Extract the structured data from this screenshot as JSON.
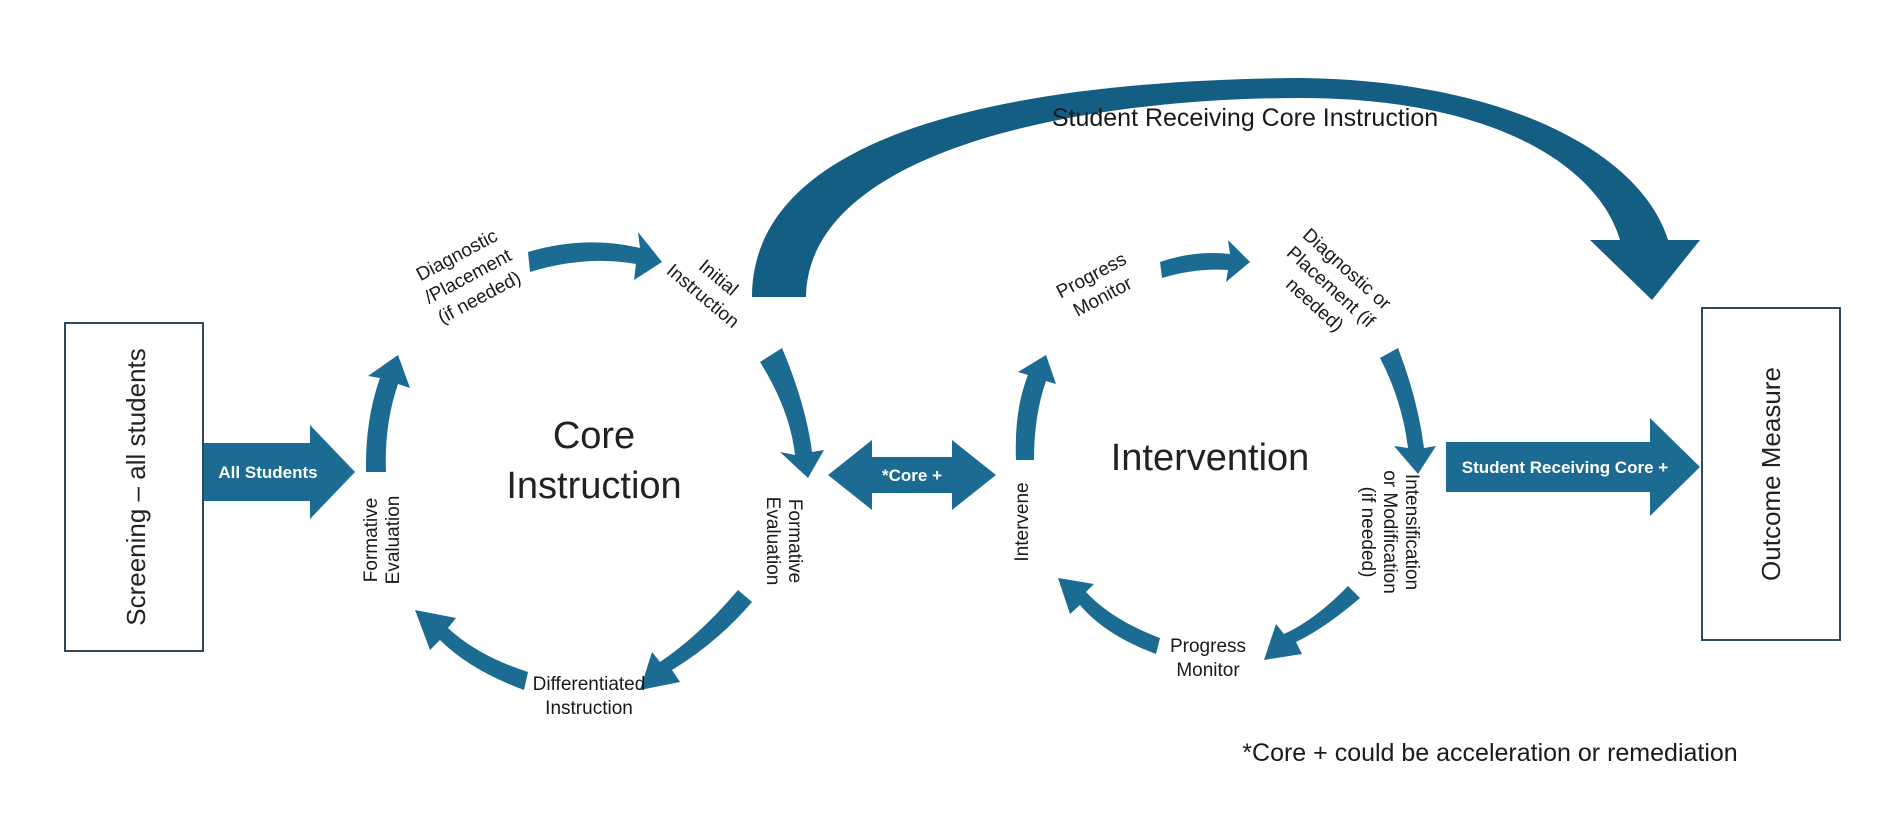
{
  "diagram": {
    "colors": {
      "arrow": "#1b6b92",
      "arrow_dark": "#0f4f70",
      "border": "#2f4a5f",
      "text": "#1a1a1a"
    },
    "screening_box": {
      "label": "Screening – all students"
    },
    "outcome_box": {
      "label": "Outcome Measure"
    },
    "all_students_arrow": {
      "label": "All Students"
    },
    "core_plus_arrow": {
      "label": "*Core +"
    },
    "receiving_core_plus_arrow": {
      "label": "Student Receiving Core +"
    },
    "top_curve_arrow": {
      "label": "Student Receiving Core Instruction"
    },
    "core_cycle": {
      "title_line1": "Core",
      "title_line2": "Instruction",
      "diagnostic": [
        "Diagnostic",
        "/Placement",
        "(if needed)"
      ],
      "initial": [
        "Initial",
        "Instruction"
      ],
      "formative_right": [
        "Formative",
        "Evaluation"
      ],
      "differentiated": [
        "Differentiated",
        "Instruction"
      ],
      "formative_left": [
        "Formative",
        "Evaluation"
      ]
    },
    "intervention_cycle": {
      "title": "Intervention",
      "progress_top": [
        "Progress",
        "Monitor"
      ],
      "diagnostic": [
        "Diagnostic or",
        "Placement (if",
        "needed)"
      ],
      "intensification": [
        "Intensification",
        "or Modification",
        "(if needed)"
      ],
      "progress_bottom": [
        "Progress",
        "Monitor"
      ],
      "intervene": "Intervene"
    },
    "footnote": "*Core + could be acceleration or remediation"
  }
}
